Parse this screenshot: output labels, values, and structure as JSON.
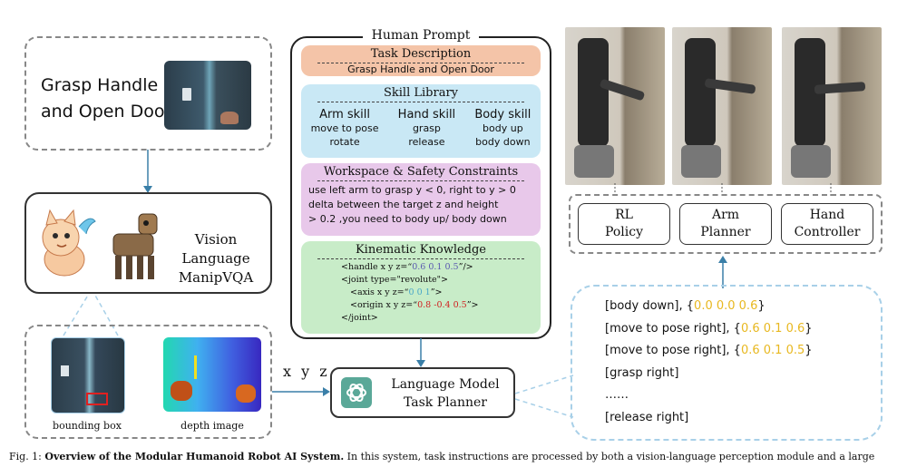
{
  "task_box": {
    "text_line1": "Grasp Handle",
    "text_line2": "and Open Door"
  },
  "vlm_box": {
    "line1": "Vision Language",
    "line2": "ManipVQA"
  },
  "perception": {
    "bbox_caption": "bounding box",
    "depth_caption": "depth image"
  },
  "xyz_label": "x y z",
  "prompt": {
    "title": "Human Prompt",
    "task": {
      "title": "Task Description",
      "body": "Grasp Handle and Open Door",
      "color": "#f4c4a8"
    },
    "skills": {
      "title": "Skill Library",
      "color": "#c9e8f5",
      "columns": [
        {
          "head": "Arm skill",
          "items": [
            "move to pose",
            "rotate"
          ]
        },
        {
          "head": "Hand skill",
          "items": [
            "grasp",
            "release"
          ]
        },
        {
          "head": "Body skill",
          "items": [
            "body up",
            "body down"
          ]
        }
      ]
    },
    "workspace": {
      "title": "Workspace & Safety Constraints",
      "color": "#e8c8ea",
      "lines": [
        "use left arm to grasp y < 0, right to y > 0",
        "delta between the target z and height",
        "> 0.2 ,you need to body up/ body down"
      ]
    },
    "kinematic": {
      "title": "Kinematic Knowledge",
      "color": "#c8ecc8",
      "handle_prefix": "<handle x y z=“",
      "handle_value": "0.6 0.1 0.5",
      "handle_suffix": "”/>",
      "joint_open": "<joint type=\"revolute\">",
      "axis_prefix": "<axis x y z=“",
      "axis_value": "0 0 1",
      "axis_suffix": "”>",
      "origin_prefix": "<origin x y z=“",
      "origin_value": "0.8 -0.4 0.5",
      "origin_suffix": "”>",
      "joint_close": "</joint>",
      "value_colors": {
        "handle": "#5a5ab0",
        "axis": "#4aa8c8",
        "origin": "#d02020"
      }
    }
  },
  "planner": {
    "line1": "Language Model",
    "line2": "Task Planner"
  },
  "controllers": [
    {
      "line1": "RL",
      "line2": "Policy"
    },
    {
      "line1": "Arm",
      "line2": "Planner"
    },
    {
      "line1": "Hand",
      "line2": "Controller"
    }
  ],
  "plan": {
    "value_color": "#e8b820",
    "steps": [
      {
        "text": "[body down], {",
        "value": "0.0 0.0 0.6",
        "close": "}"
      },
      {
        "text": "[move to pose right], {",
        "value": "0.6 0.1 0.6",
        "close": "}"
      },
      {
        "text": "[move to pose right], {",
        "value": "0.6 0.1 0.5",
        "close": "}"
      },
      {
        "text": "[grasp right]",
        "value": "",
        "close": ""
      },
      {
        "text": "……",
        "value": "",
        "close": ""
      },
      {
        "text": "[release right]",
        "value": "",
        "close": ""
      }
    ]
  },
  "caption": {
    "prefix": "Fig. 1: ",
    "bold": "Overview of the Modular Humanoid Robot AI System.",
    "rest": " In this system, task instructions are processed by both a vision-language perception module and a large"
  },
  "colors": {
    "accent_line": "#3a7fa8",
    "dash_blue": "#a8d0e8"
  }
}
